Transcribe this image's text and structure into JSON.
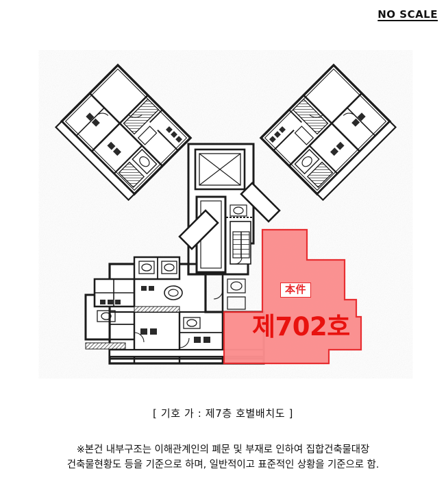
{
  "header": {
    "no_scale_label": "NO SCALE"
  },
  "plan": {
    "title_caption": "[  기호 가 : 제7층 호별배치도   ]",
    "highlight": {
      "badge_label": "本件",
      "unit_label": "제702호",
      "fill_color": "#fb8e8e",
      "stroke_color": "#e8282b",
      "text_color": "#e8120f"
    },
    "drawing_description": "제7층 호별배치도 도면",
    "rooms": [
      {
        "id": "left-wing-room-a",
        "label": ""
      },
      {
        "id": "left-wing-room-b",
        "label": ""
      },
      {
        "id": "right-wing-room-a",
        "label": ""
      },
      {
        "id": "right-wing-room-b",
        "label": ""
      },
      {
        "id": "core-courtyard",
        "label": ""
      },
      {
        "id": "core-shaft",
        "label": ""
      },
      {
        "id": "core-stair",
        "label": ""
      },
      {
        "id": "lower-left-room",
        "label": ""
      },
      {
        "id": "lower-center-room",
        "label": ""
      }
    ]
  },
  "footnote": {
    "line1": "※본건 내부구조는 이해관계인의 폐문 및 부재로 인하여 집합건축물대장",
    "line2": "건축물현황도 등을 기준으로 하며, 일반적이고 표준적인 상황을 기준으로 함."
  }
}
